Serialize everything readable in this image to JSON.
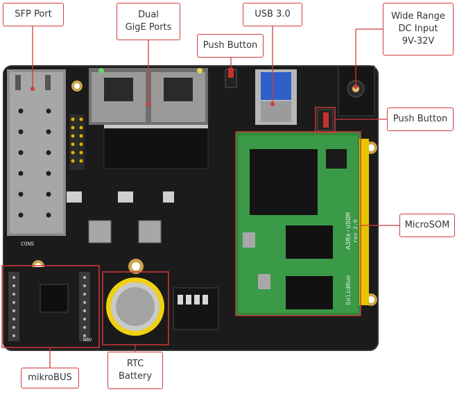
{
  "labels": {
    "sfp": [
      "SFP Port"
    ],
    "gige": [
      "Dual",
      "GigE Ports"
    ],
    "usb": [
      "USB 3.0"
    ],
    "dc": [
      "Wide Range",
      "DC Input",
      "9V-32V"
    ],
    "push_top": [
      "Push Button"
    ],
    "push_right": [
      "Push Button"
    ],
    "microsom": [
      "MicroSOM"
    ],
    "mikrobus": [
      "mikroBUS"
    ],
    "rtc": [
      "RTC",
      "Battery"
    ]
  },
  "board_silkscreen": {
    "som_model": "A38x-uSOM",
    "som_rev": "rev 2.0",
    "som_brand": "SolidRun",
    "cn_label": "CON5",
    "nav_label": "NAV"
  },
  "colors": {
    "callout_border": "#d23a3a",
    "callout_text": "#333333",
    "pcb": "#1b1b1b",
    "microsom": "#2f8a3a",
    "header_pins": "#e5c400",
    "rtc_holder": "#f0d010"
  }
}
